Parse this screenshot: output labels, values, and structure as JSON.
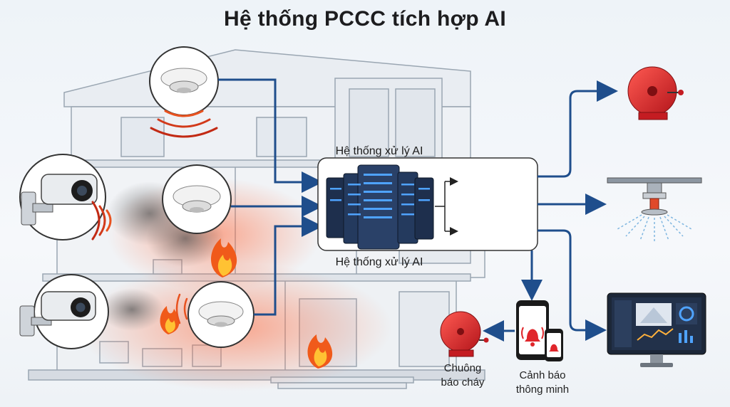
{
  "diagram": {
    "title": "Hệ thống PCCC tích hợp AI",
    "ai_box": {
      "label_top": "Hệ thống xử lý AI",
      "label_bottom": "Hệ thống xử lý AI"
    },
    "outputs": {
      "bell_caption_line1": "Chuông",
      "bell_caption_line2": "báo cháy",
      "smart_caption_line1": "Cảnh báo",
      "smart_caption_line2": "thông minh"
    },
    "colors": {
      "arrow": "#1f4e8c",
      "fire": "#f05a1a",
      "alarm_red": "#d9252a",
      "server": "#1e2f4d"
    }
  }
}
